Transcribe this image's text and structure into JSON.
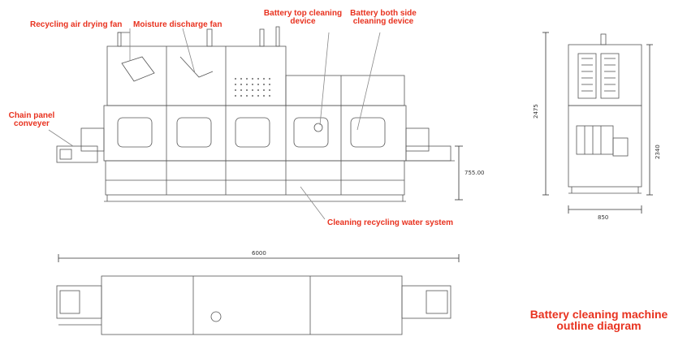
{
  "callouts": {
    "recycling_fan": "Recycling air drying fan",
    "moisture_fan": "Moisture discharge fan",
    "top_cleaning_line1": "Battery top cleaning",
    "top_cleaning_line2": "device",
    "side_cleaning_line1": "Battery both side",
    "side_cleaning_line2": "cleaning device",
    "chain_conveyor_line1": "Chain panel",
    "chain_conveyor_line2": "conveyer",
    "water_system": "Cleaning recycling water system"
  },
  "dimensions": {
    "front_height": "755.00",
    "overall_length": "6000",
    "overall_height": "2475",
    "body_height": "2340",
    "width": "850"
  },
  "title": {
    "line1": "Battery cleaning machine",
    "line2": "outline diagram"
  },
  "colors": {
    "accent": "#e8321f",
    "line": "#444444"
  }
}
